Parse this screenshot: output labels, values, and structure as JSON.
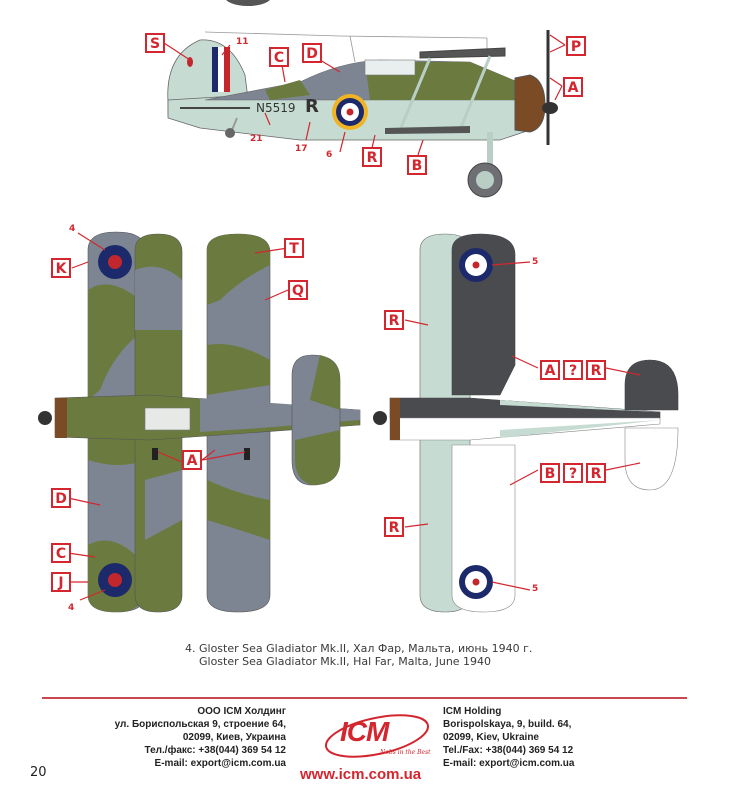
{
  "page": {
    "number": "20"
  },
  "caption": {
    "line_ru": "4. Gloster Sea Gladiator Mk.II, Хал Фар, Мальта, июнь 1940 г.",
    "line_en": "Gloster Sea Gladiator Mk.II, Hal Far, Malta, June 1940"
  },
  "side_view": {
    "serial": "N5519",
    "code_letter": "R",
    "callouts": [
      "S",
      "C",
      "D",
      "P",
      "A",
      "R",
      "B"
    ],
    "decal_numbers": [
      "11",
      "21",
      "17",
      "6"
    ]
  },
  "top_view": {
    "callouts": [
      "K",
      "T",
      "Q",
      "A",
      "D",
      "C",
      "J"
    ],
    "decal_numbers": [
      "4",
      "4"
    ]
  },
  "bottom_view": {
    "callouts": [
      "R",
      "A",
      "?",
      "R",
      "B",
      "?",
      "R",
      "R"
    ],
    "decal_numbers": [
      "5",
      "5"
    ]
  },
  "footer": {
    "ru": {
      "company": "ООО ICM Холдинг",
      "street": "ул. Бориспольская 9, строение 64,",
      "city": "02099, Киев, Украина",
      "phone": "Тел./факс: +38(044) 369 54 12",
      "email": "E-mail: export@icm.com.ua"
    },
    "en": {
      "company": "ICM Holding",
      "street": "Borispolskaya, 9, build. 64,",
      "city": "02099, Kiev, Ukraine",
      "phone": "Tel./Fax: +38(044) 369 54 12",
      "email": "E-mail: export@icm.com.ua"
    },
    "logo_text": "ICM",
    "logo_tagline": "Nobs in the Best",
    "website": "www.icm.com.ua"
  },
  "colors": {
    "accent_red": "#d3262f",
    "dark_green": "#6b7a3f",
    "dark_sea_grey": "#7d8593",
    "sky_light": "#c6dcd3",
    "night_black": "#4a4b4f",
    "rule": "#c9474e"
  }
}
